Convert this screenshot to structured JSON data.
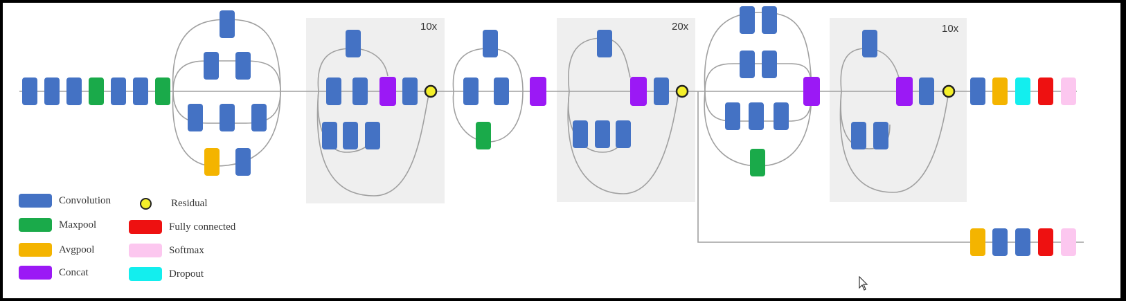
{
  "colors": {
    "conv": "#4472c4",
    "maxpool": "#1aaa4a",
    "avgpool": "#f4b400",
    "concat": "#9b19f5",
    "fc": "#ee1111",
    "softmax": "#fcc7ef",
    "dropout": "#13eeee",
    "residual": "#f4ef2a",
    "module_bg": "#efefef",
    "line": "#a0a0a0"
  },
  "multipliers": [
    "10x",
    "20x",
    "10x"
  ],
  "legend": [
    {
      "key": "conv",
      "label": "Convolution"
    },
    {
      "key": "maxpool",
      "label": "Maxpool"
    },
    {
      "key": "avgpool",
      "label": "Avgpool"
    },
    {
      "key": "concat",
      "label": "Concat"
    },
    {
      "key": "residual",
      "label": "Residual"
    },
    {
      "key": "fc",
      "label": "Fully connected"
    },
    {
      "key": "softmax",
      "label": "Softmax"
    },
    {
      "key": "dropout",
      "label": "Dropout"
    }
  ]
}
